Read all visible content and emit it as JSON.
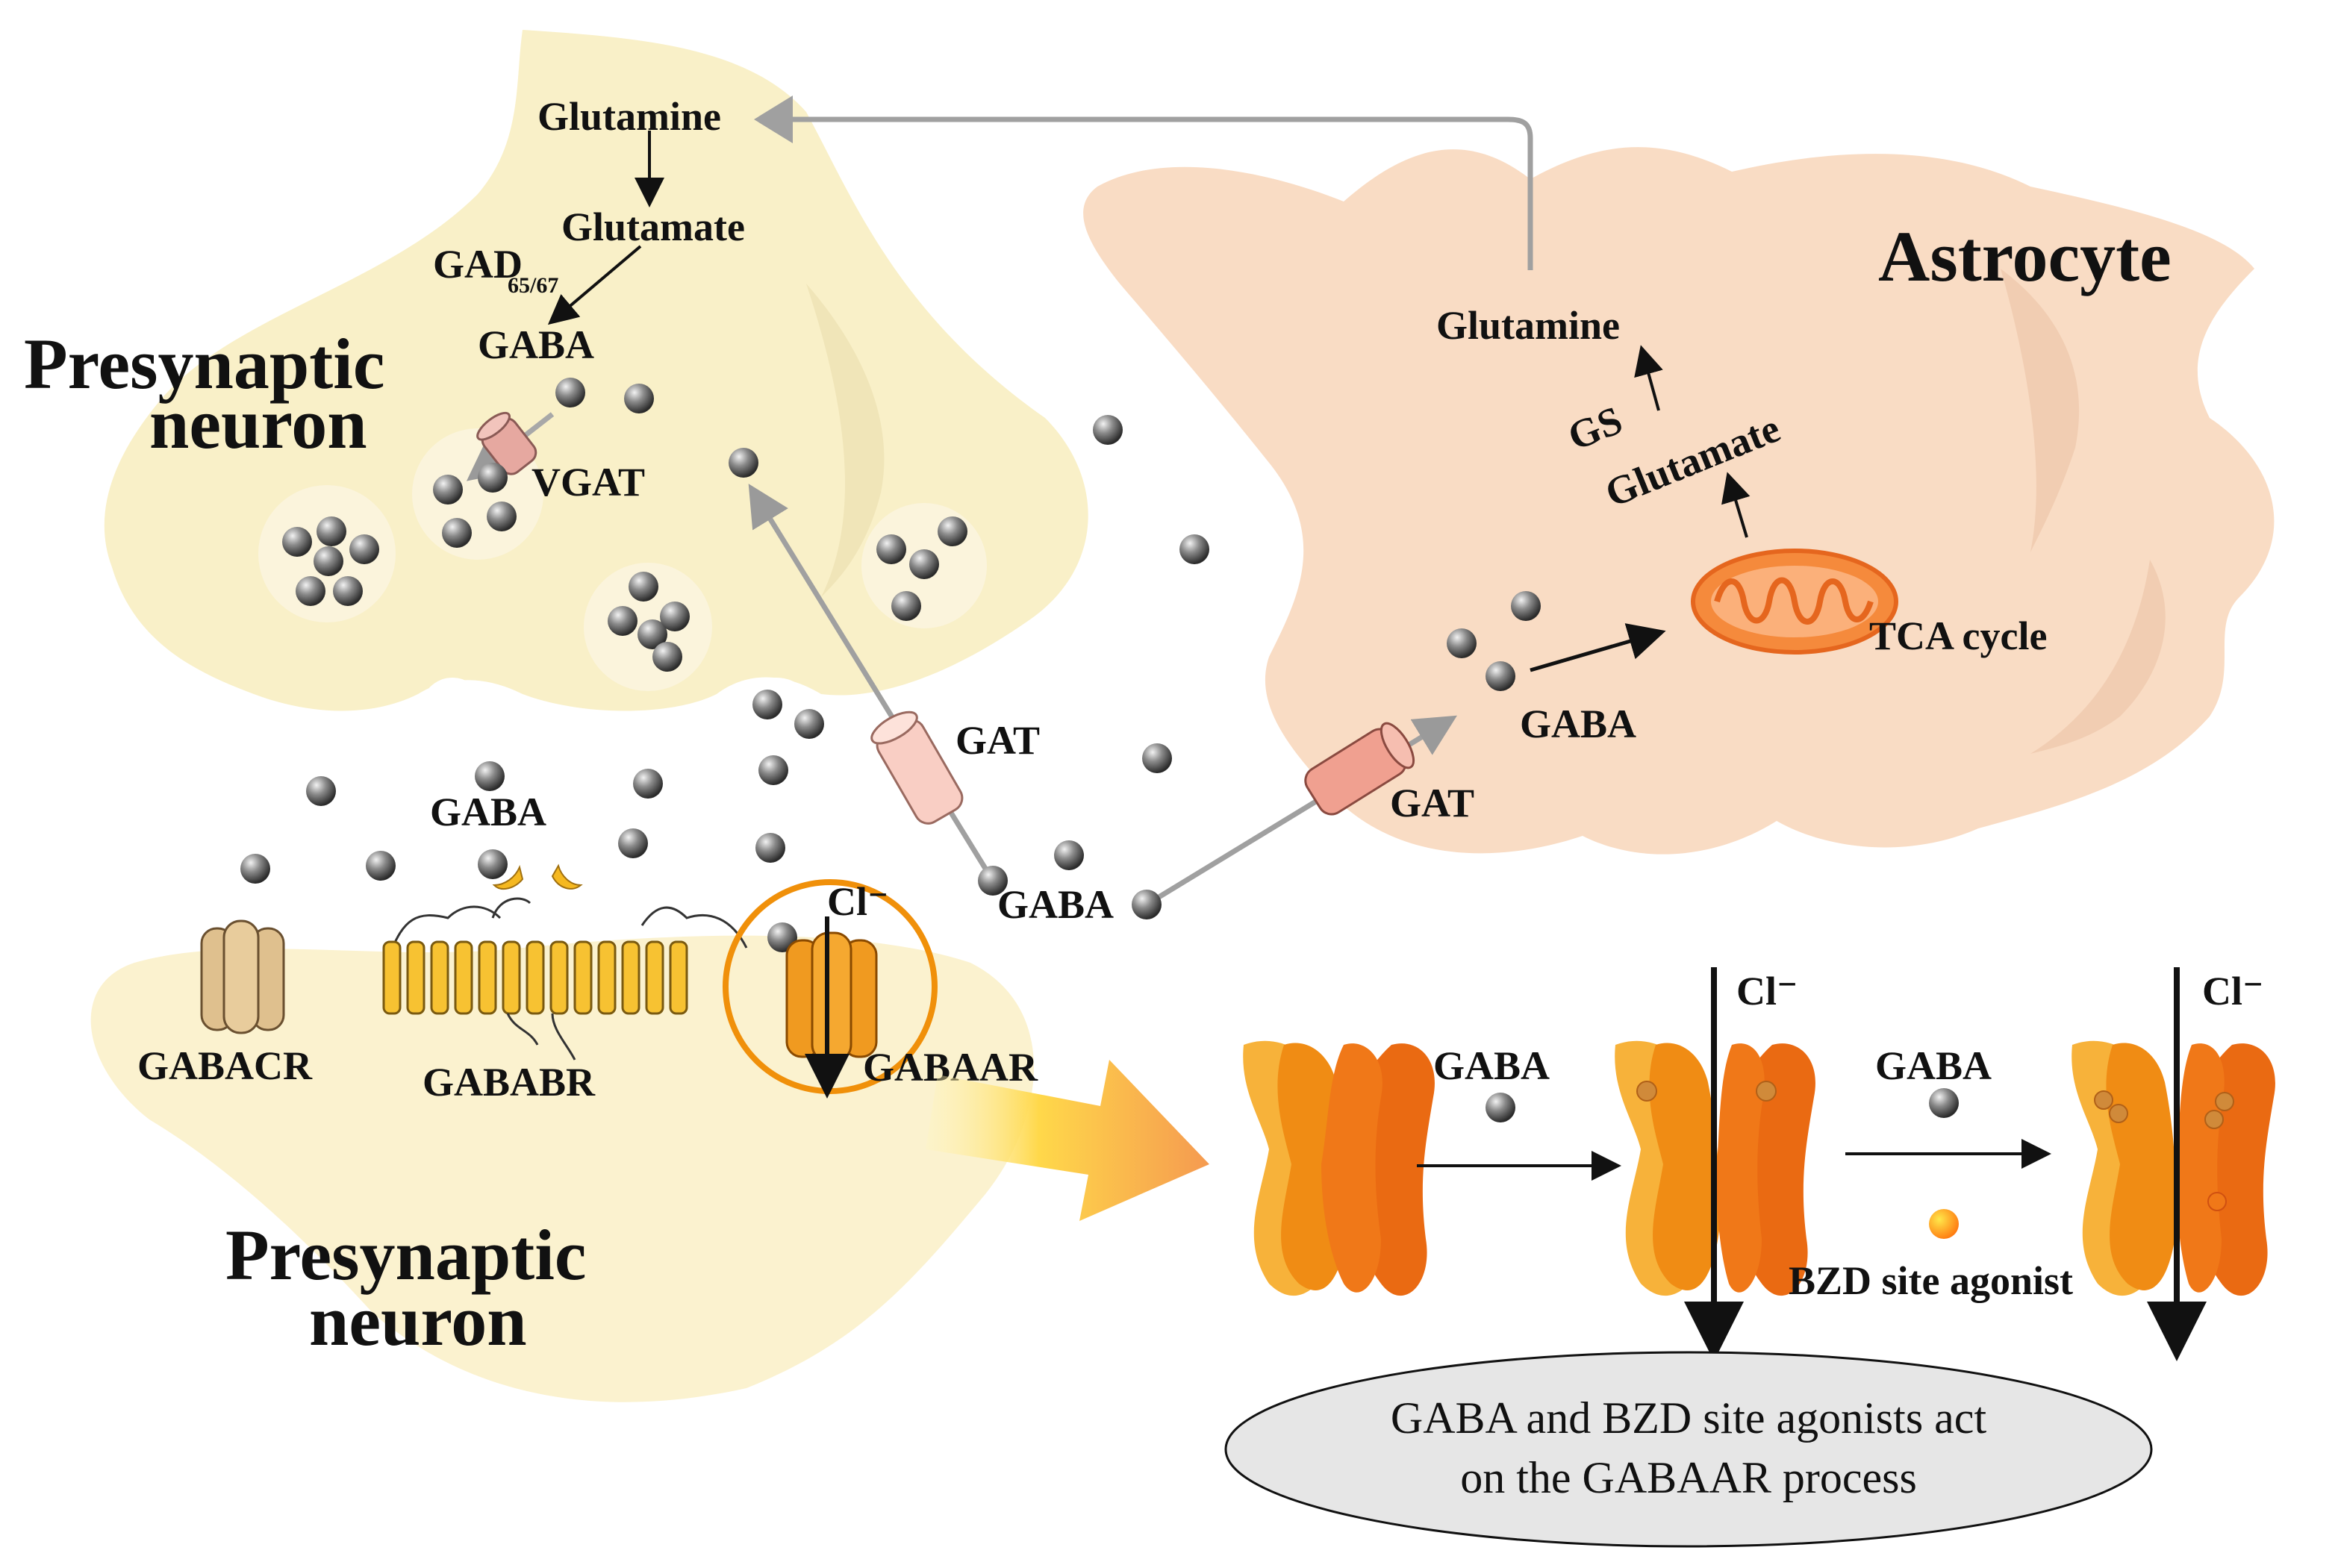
{
  "presynaptic_top": {
    "line1": "Presynaptic",
    "line2": "neuron"
  },
  "presynaptic_bottom": {
    "line1": "Presynaptic",
    "line2": "neuron"
  },
  "astrocyte": "Astrocyte",
  "pathway": {
    "glutamine": "Glutamine",
    "glutamate": "Glutamate",
    "gad": "GAD",
    "gad_sub": "65/67",
    "gaba": "GABA",
    "vgat": "VGAT"
  },
  "astro_pathway": {
    "glutamine": "Glutamine",
    "gs": "GS",
    "glutamate": "Glutamate",
    "tca": "TCA cycle",
    "gaba": "GABA",
    "gat": "GAT"
  },
  "cleft": {
    "gat": "GAT",
    "gaba_left": "GABA",
    "gaba_right": "GABA"
  },
  "receptors": {
    "gabacr": "GABACR",
    "gababr": "GABABR",
    "gabaar": "GABAAR",
    "cl": "Cl⁻"
  },
  "process": {
    "gaba_1": "GABA",
    "gaba_2": "GABA",
    "cl_1": "Cl⁻",
    "cl_2": "Cl⁻",
    "bzd": "BZD site agonist",
    "caption_line1": "GABA and BZD site agonists act",
    "caption_line2": "on the GABAAR process"
  },
  "colors": {
    "neuron": "#f9f0c8",
    "astrocyte": "#f9dcc4",
    "gaba_ball": "#555555",
    "receptor_orange": "#f0901a",
    "mito": "#f0803a"
  }
}
